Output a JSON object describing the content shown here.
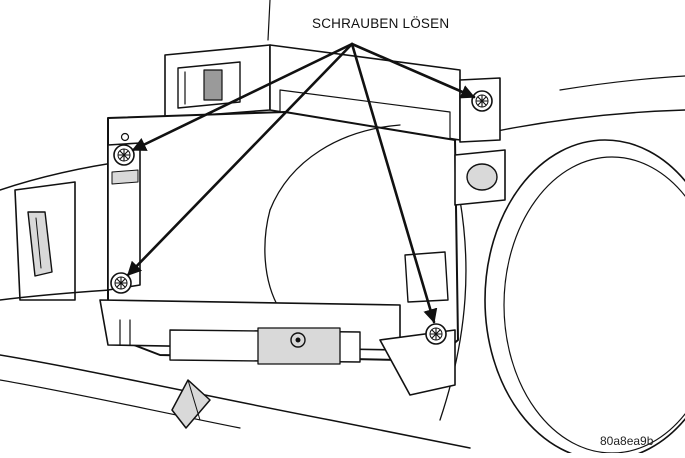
{
  "callout_label": "SCHRAUBEN LÖSEN",
  "figure_id": "80a8ea9b",
  "screws": [
    {
      "name": "screw-top-right"
    },
    {
      "name": "screw-upper-left"
    },
    {
      "name": "screw-lower-left"
    },
    {
      "name": "screw-lower-right"
    }
  ]
}
